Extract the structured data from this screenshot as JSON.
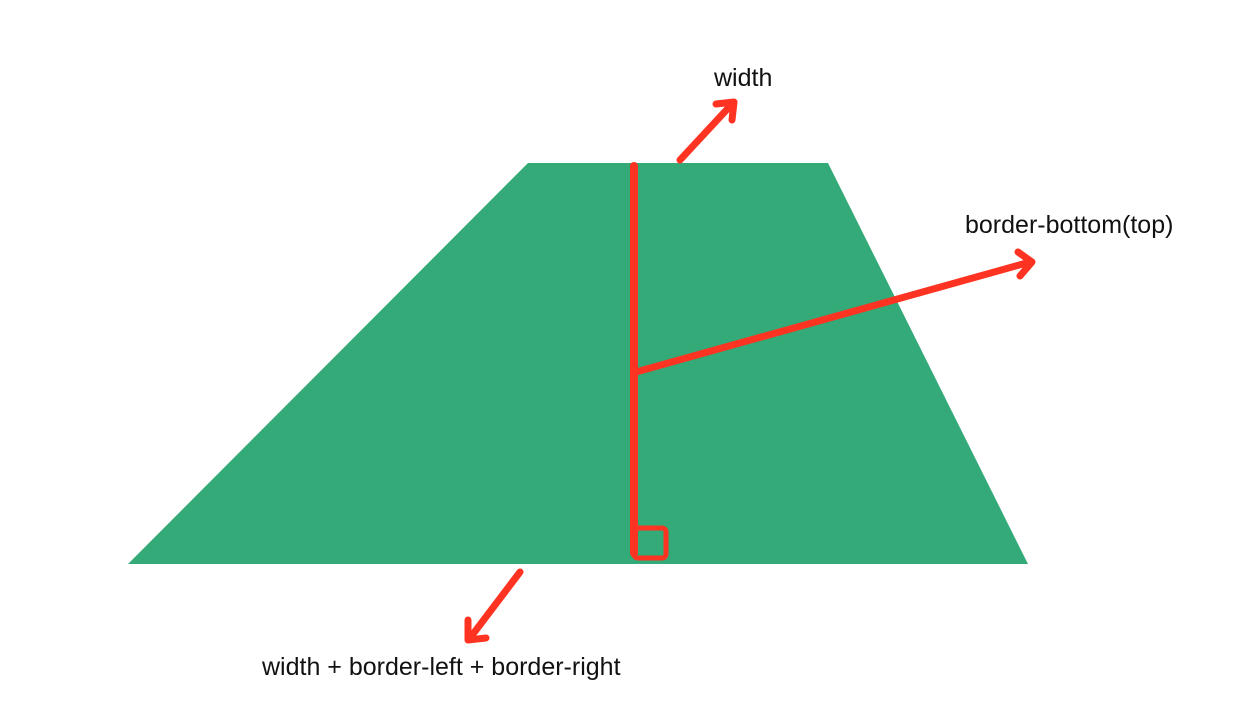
{
  "colors": {
    "trapezoid": "#33aa77",
    "annotation": "#ff3322",
    "text": "#111111"
  },
  "labels": {
    "top_width": "width",
    "border_height": "border-bottom(top)",
    "bottom_width": "width + border-left + border-right"
  }
}
